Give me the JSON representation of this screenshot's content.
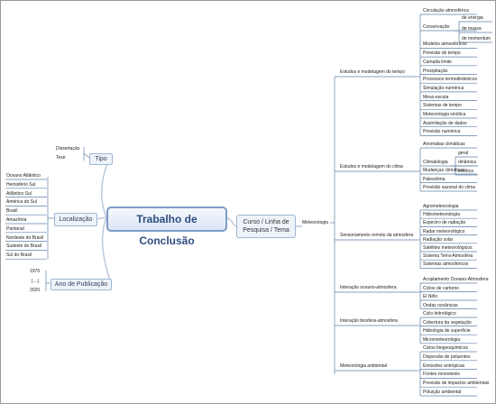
{
  "central": "Trabalho de Conclusão",
  "left": {
    "tipo": {
      "label": "Tipo",
      "items": [
        "Dissertação",
        "Tese"
      ]
    },
    "localizacao": {
      "label": "Localização",
      "items": [
        "Oceano Atlântico",
        "Hemisfério Sul",
        "Atlântico Sul",
        "América do Sul",
        "Brasil",
        "Amazônia",
        "Pantanal",
        "Nordeste do Brasil",
        "Sudeste do Brasil",
        "Sul do Brasil"
      ]
    },
    "ano": {
      "label": "Ano de Publicação",
      "start": "1970",
      "bar": "|....|",
      "end": "2020"
    }
  },
  "right": {
    "curso": "Curso / Linha de Pesquisa / Tema",
    "meteorologia": "Meteorologia",
    "branches": [
      {
        "label": "Estudos e modelagem do tempo",
        "items": [
          "Circulação atmosférica",
          "Conservação",
          "Modelos atmosféricos",
          "Previsão do tempo",
          "Camada limite",
          "Precipitação",
          "Processos termodinâmicos",
          "Simulação numérica",
          "Meso-escala",
          "Sistemas de tempo",
          "Meteorologia sinótica",
          "Assimilação de dados",
          "Previsão numérica"
        ],
        "conservacao_items": [
          "de energia",
          "de massa",
          "de momentum"
        ]
      },
      {
        "label": "Estudos e modelagem do clima",
        "items": [
          "Anomalias climáticas",
          "Climatologia",
          "Mudanças climáticas",
          "Paleoclima",
          "Previsão sazonal do clima"
        ],
        "climatologia_items": [
          "geral",
          "dinâmica",
          "sinótica"
        ]
      },
      {
        "label": "Sensoriamento remoto da atmosfera",
        "items": [
          "Agrometeorologia",
          "Hidrometeorologia",
          "Espectro de radiação",
          "Radar meteorológico",
          "Radiação solar",
          "Satélites meteorológicos",
          "Sistema Terra-Atmosfera",
          "Sistemas atmosféricos"
        ]
      },
      {
        "label": "Interação oceano-atmosfera",
        "items": [
          "Acoplamento Oceano-Atmosfera",
          "Ciclos de carbono",
          "El Niño",
          "Ondas oceânicas"
        ]
      },
      {
        "label": "Interação biosfera-atmosfera",
        "items": [
          "Ciclo hidrológico",
          "Cobertura da vegetação",
          "Hidrologia de superfície",
          "Micrometeorologia"
        ]
      },
      {
        "label": "Meteorologia ambiental",
        "items": [
          "Ciclos biogeoquímicos",
          "Dispersão de poluentes",
          "Emissões antrópicas",
          "Fontes renováveis",
          "Previsão de impactos ambientais",
          "Poluição ambiental"
        ]
      }
    ]
  },
  "colors": {
    "line": "#5f7fa8",
    "curve": "#b9c6d8",
    "box_border": "#9fb6d3",
    "box_fill": "#eef3fa",
    "central_text": "#2e4e80"
  }
}
